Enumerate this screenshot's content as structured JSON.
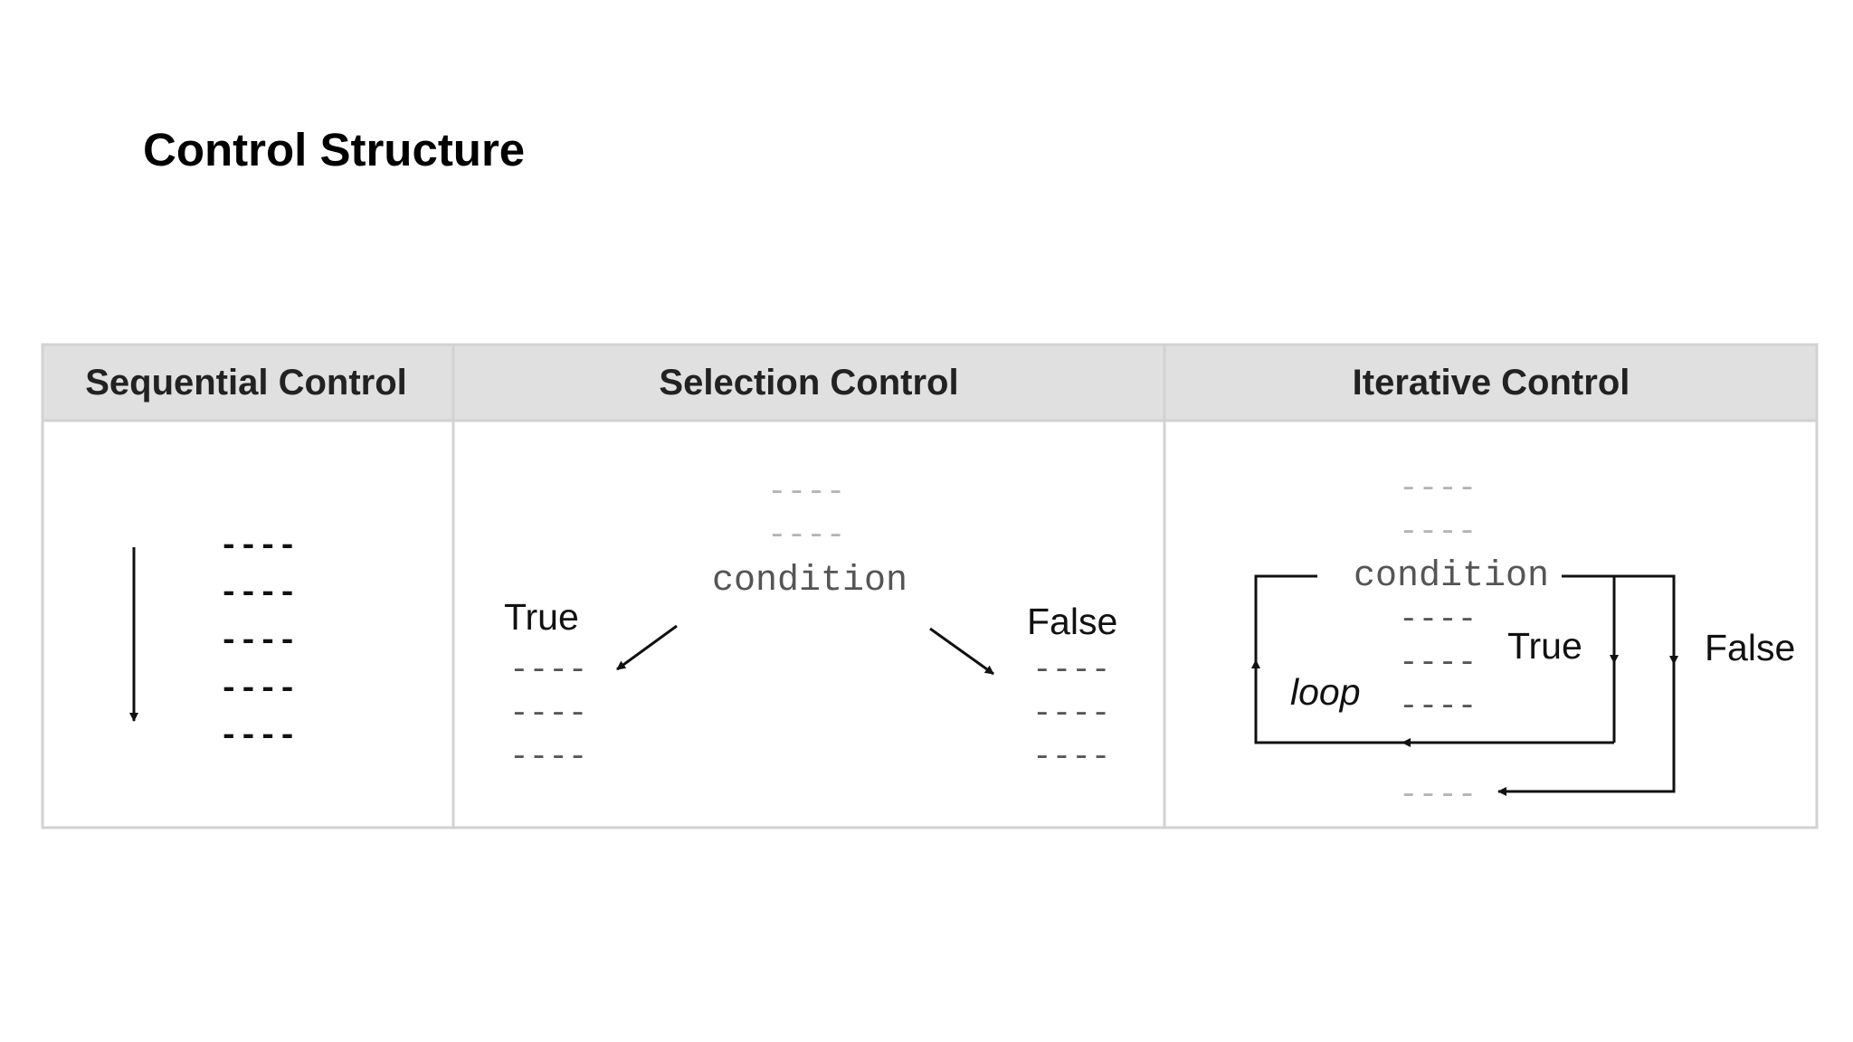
{
  "slide": {
    "title": "Control Structure"
  },
  "colors": {
    "header_bg": "#e0e0e0",
    "border": "#d2d2d2",
    "ink": "#111111",
    "faint_dash": "#b4b4b4",
    "mid_text": "#555555"
  },
  "table": {
    "columns": [
      {
        "header": "Sequential Control"
      },
      {
        "header": "Selection Control"
      },
      {
        "header": "Iterative Control"
      }
    ]
  },
  "sequential": {
    "statement": "----"
  },
  "selection": {
    "statement": "----",
    "condition": "condition",
    "true_label": "True",
    "false_label": "False"
  },
  "iterative": {
    "statement": "----",
    "condition": "condition",
    "true_label": "True",
    "false_label": "False",
    "loop_label": "loop"
  }
}
